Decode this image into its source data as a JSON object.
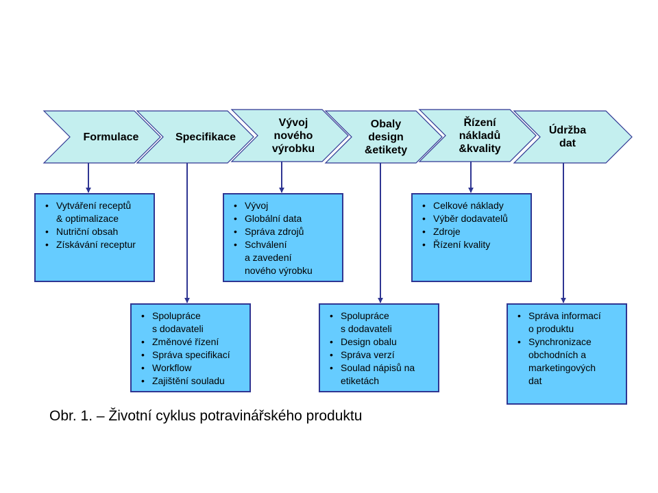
{
  "colors": {
    "chevron_fill": "#C4EFEF",
    "chevron_stroke": "#2E3592",
    "box_fill": "#66CCFF",
    "box_border": "#2E3592",
    "arrow": "#2E3592"
  },
  "stages": [
    {
      "label": "Formulace"
    },
    {
      "label": "Specifikace"
    },
    {
      "label": "Vývoj\nnového\nvýrobku"
    },
    {
      "label": "Obaly\ndesign\n&etikety"
    },
    {
      "label": "Řízení\nnákladů\n&kvality"
    },
    {
      "label": "Údržba\ndat"
    }
  ],
  "boxes": [
    {
      "items": [
        "Vytváření receptů\n& optimalizace",
        "Nutriční obsah",
        "Získávání receptur"
      ]
    },
    {
      "items": [
        "Spolupráce\ns dodavateli",
        "Změnové řízení",
        "Správa specifikací",
        "Workflow",
        "Zajištění souladu"
      ]
    },
    {
      "items": [
        "Vývoj",
        "Globální data",
        "Správa zdrojů",
        "Schválení\na zavedení\nnového výrobku"
      ]
    },
    {
      "items": [
        "Spolupráce\ns dodavateli",
        "Design obalu",
        "Správa verzí",
        "Soulad nápisů na\netiketách"
      ]
    },
    {
      "items": [
        "Celkové náklady",
        "Výběr dodavatelů",
        "Zdroje",
        "Řízení kvality"
      ]
    },
    {
      "items": [
        "Správa informací\no produktu",
        "Synchronizace\nobchodních a\nmarketingových\ndat"
      ]
    }
  ],
  "caption": "Obr. 1. – Životní cyklus potravinářského produktu"
}
